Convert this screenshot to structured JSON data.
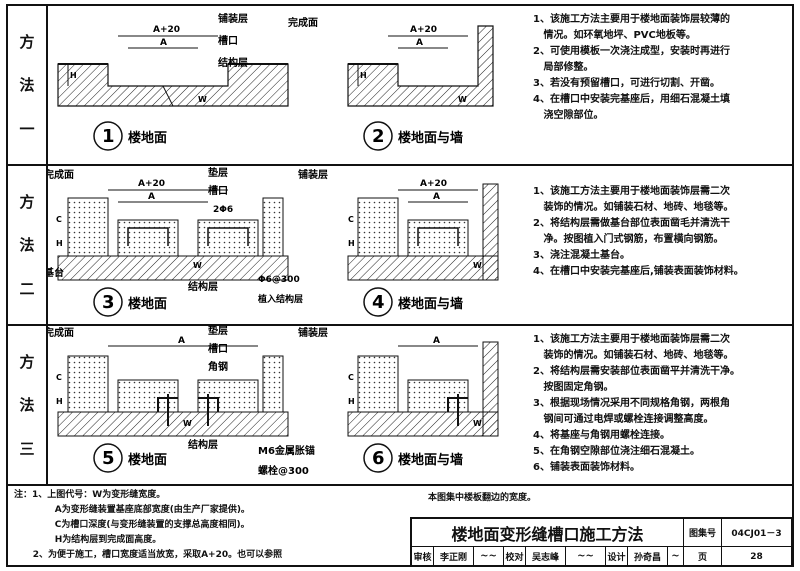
{
  "rows": [
    {
      "method": [
        "方",
        "法",
        "一"
      ],
      "figs": [
        {
          "num": "1",
          "caption": "楼地面"
        },
        {
          "num": "2",
          "caption": "楼地面与墙"
        }
      ],
      "labels": {
        "pave": "铺装层",
        "groove": "槽口",
        "struct": "结构层",
        "finish": "完成面",
        "a20": "A+20",
        "a": "A",
        "w": "W",
        "h": "H"
      },
      "notes": [
        "1、该施工方法主要用于楼地面装饰层较薄的",
        "   情况。如环氧地坪、PVC地板等。",
        "2、可使用模板一次浇注成型，安装时再进行",
        "   局部修整。",
        "3、若没有预留槽口，可进行切割、开凿。",
        "4、在槽口中安装完基座后，用细石混凝土填",
        "   浇空隙部位。"
      ]
    },
    {
      "method": [
        "方",
        "法",
        "二"
      ],
      "figs": [
        {
          "num": "3",
          "caption": "楼地面"
        },
        {
          "num": "4",
          "caption": "楼地面与墙"
        }
      ],
      "labels": {
        "finish": "完成面",
        "cushion": "垫层",
        "pave": "铺装层",
        "groove": "槽口",
        "bar": "2Φ6",
        "base": "基台",
        "struct": "结构层",
        "rebar": "Φ6@300",
        "embed": "植入结构层",
        "a20": "A+20",
        "a": "A",
        "w": "W",
        "h": "H",
        "c": "C"
      },
      "notes": [
        "1、该施工方法主要用于楼地面装饰层需二次",
        "   装饰的情况。如铺装石材、地砖、地毯等。",
        "2、将结构层需做基台部位表面凿毛并清洗干",
        "   净。按图植入门式钢筋，布置横向钢筋。",
        "3、浇注混凝土基台。",
        "4、在槽口中安装完基座后,铺装表面装饰材料。"
      ]
    },
    {
      "method": [
        "方",
        "法",
        "三"
      ],
      "figs": [
        {
          "num": "5",
          "caption": "楼地面"
        },
        {
          "num": "6",
          "caption": "楼地面与墙"
        }
      ],
      "labels": {
        "finish": "完成面",
        "cushion": "垫层",
        "pave": "铺装层",
        "groove": "槽口",
        "angle": "角钢",
        "struct": "结构层",
        "bolt1": "M6金属胀锚",
        "bolt2": "螺栓@300",
        "a": "A",
        "w": "W",
        "h": "H",
        "c": "C"
      },
      "notes": [
        "1、该施工方法主要用于楼地面装饰层需二次",
        "   装饰的情况。如铺装石材、地砖、地毯等。",
        "2、将结构层需安装部位表面凿平并清洗干净。",
        "   按图固定角钢。",
        "3、根据现场情况采用不同规格角钢，两根角",
        "   钢间可通过电焊或螺栓连接调整高度。",
        "4、将基座与角钢用螺栓连接。",
        "5、在角钢空隙部位浇注细石混凝土。",
        "6、铺装表面装饰材料。"
      ]
    }
  ],
  "footnotes": [
    "注：1、上图代号：W为变形缝宽度。",
    "             A为变形缝装置基座底部宽度(由生产厂家提供)。",
    "             C为槽口深度(与变形缝装置的支撑总高度相同)。",
    "             H为结构层到完成面高度。",
    "      2、为便于施工，槽口宽度适当放宽，采取A+20。也可以参照"
  ],
  "footnote_right": "本图集中楼板翻边的宽度。",
  "titleblock": {
    "title": "楼地面变形缝槽口施工方法",
    "atlas_label": "图集号",
    "atlas_no": "04CJ01－3",
    "review": "审核",
    "reviewer": "李正刚",
    "check": "校对",
    "checker": "吴志峰",
    "design": "设计",
    "designer": "孙奇昌",
    "page_label": "页",
    "page_no": "28"
  }
}
